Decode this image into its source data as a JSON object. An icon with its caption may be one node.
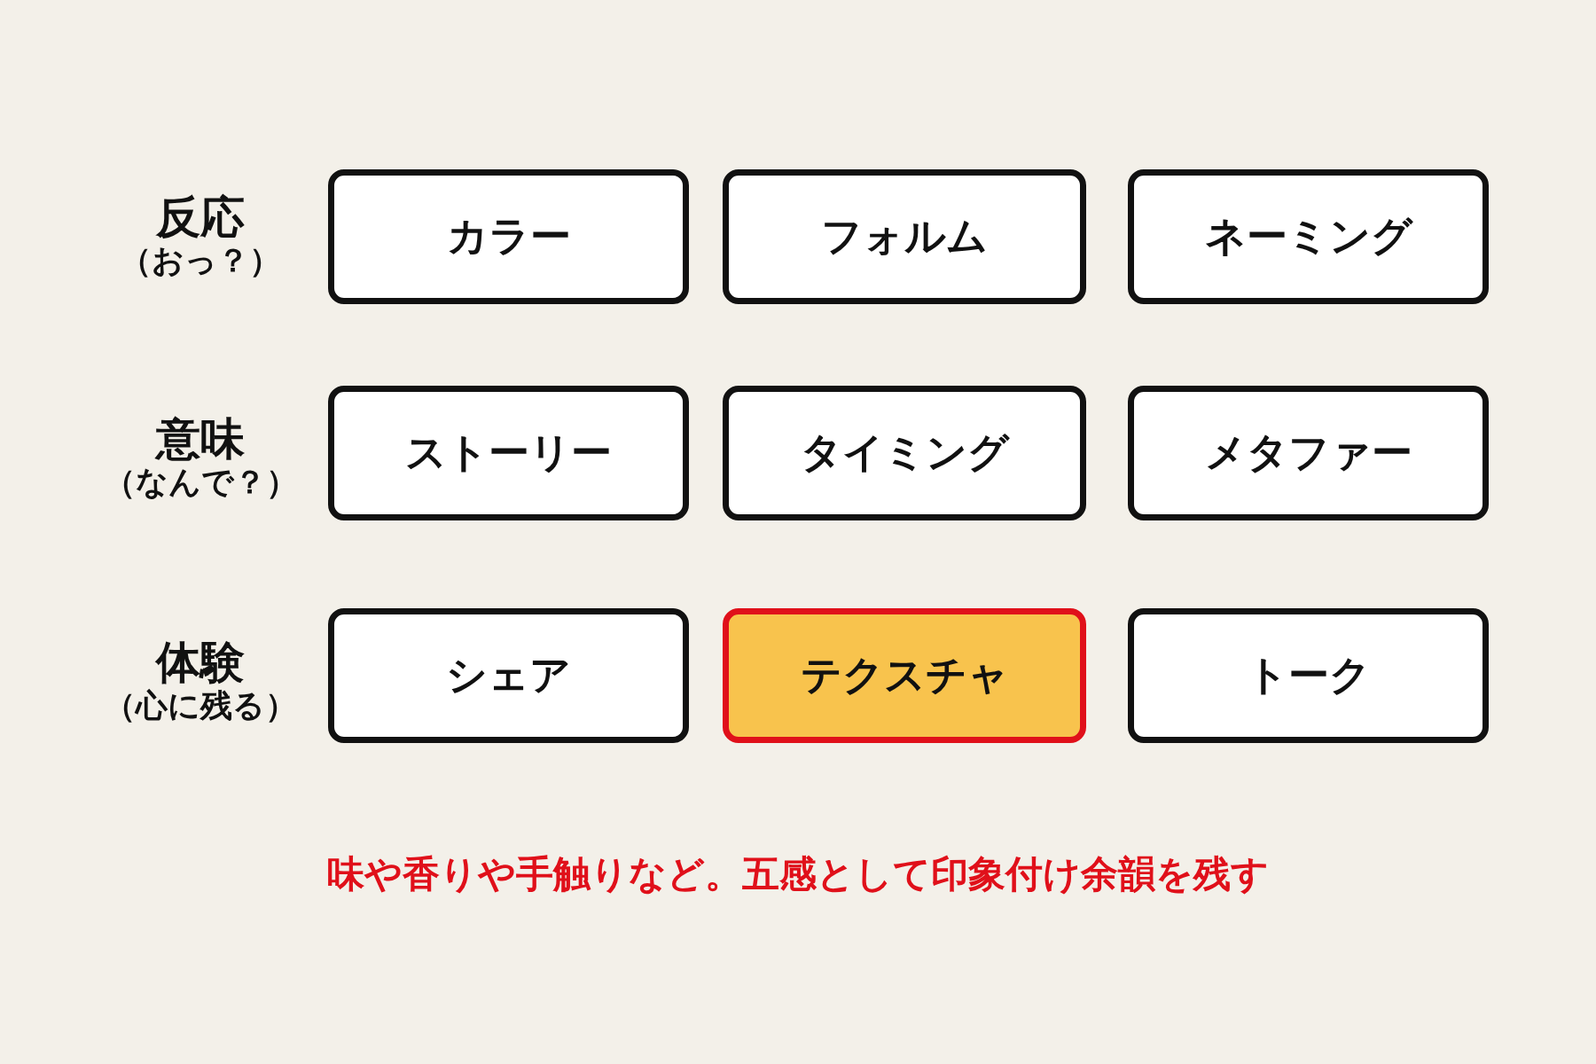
{
  "diagram": {
    "caption": "味や香りや手触りなど。五感として印象付け余韻を残す",
    "nodes": [
      {
        "text": [
          "カラー"
        ]
      },
      {
        "text": [
          "フォルム"
        ]
      },
      {
        "text": [
          "ネーミング"
        ]
      },
      {
        "text": [
          "ストーリー"
        ]
      },
      {
        "text": [
          "タイミング"
        ]
      },
      {
        "text": [
          "メタファー"
        ]
      },
      {
        "text": [
          "シェア"
        ]
      },
      {
        "text": [
          "テクスチャ"
        ]
      },
      {
        "text": [
          "トーク"
        ]
      }
    ],
    "labels": [
      "反応",
      "（おっ？）",
      "意味",
      "（なんで？）",
      "体験",
      "（心に残る）"
    ]
  }
}
